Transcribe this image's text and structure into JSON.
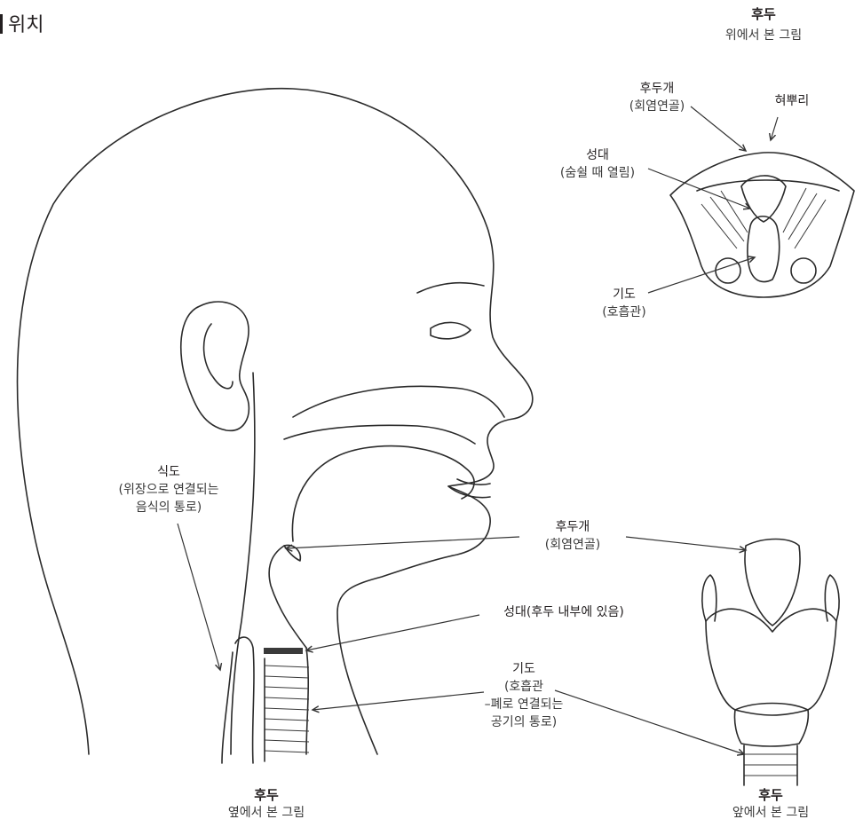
{
  "title": "위치",
  "top_view": {
    "caption_title": "후두",
    "caption_sub": "위에서 본 그림",
    "labels": {
      "epiglottis": "후두개",
      "epiglottis_sub": "(회염연골)",
      "tongue_root": "혀뿌리",
      "vocal_cords": "성대",
      "vocal_cords_sub": "(숨쉴 때 열림)",
      "trachea": "기도",
      "trachea_sub": "(호흡관)"
    }
  },
  "side_view": {
    "caption_title": "후두",
    "caption_sub": "옆에서 본 그림",
    "labels": {
      "esophagus": "식도",
      "esophagus_sub1": "(위장으로 연결되는",
      "esophagus_sub2": "음식의 통로)",
      "epiglottis": "후두개",
      "epiglottis_sub": "(회염연골)",
      "vocal_cords": "성대(후두 내부에 있음)",
      "trachea": "기도",
      "trachea_sub1": "(호흡관",
      "trachea_sub2": "–폐로 연결되는",
      "trachea_sub3": "공기의 통로)"
    }
  },
  "front_view": {
    "caption_title": "후두",
    "caption_sub": "앞에서 본 그림"
  },
  "colors": {
    "ink": "#2b2b2b",
    "marker": "#3a3a3a"
  }
}
